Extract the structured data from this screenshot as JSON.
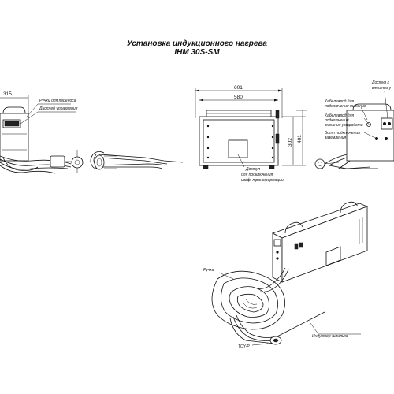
{
  "title": {
    "line1": "Установка индукционного нагрева",
    "line2": "IHM 30S-SM"
  },
  "dimensions": {
    "left_width": "315",
    "width_overall": "601",
    "width_body": "580",
    "height_overall": "401",
    "height_body": "302"
  },
  "labels": {
    "handles": "Ручки для переноса",
    "display": "Дисплей управления",
    "access_line1": "Доступ",
    "access_line2": "для подключения",
    "access_line3": "изсф. трансформации",
    "power_line1": "Кабелеввод для",
    "power_line2": "подключения питания",
    "ext_line1": "Кабелеввод для",
    "ext_line2": "подключения",
    "ext_line3": "внешних устройств",
    "ground_line1": "Болт подключения",
    "ground_line2": "заземления",
    "access_right_line1": "Доступ к",
    "access_right_line2": "внешних у",
    "handle_iso": "Ручка",
    "inductor_iso": "Индуктор-шпилька",
    "tcu_iso": "TCY-P"
  },
  "icons": [
    "handle-icon",
    "display-icon",
    "bolt-icon"
  ]
}
